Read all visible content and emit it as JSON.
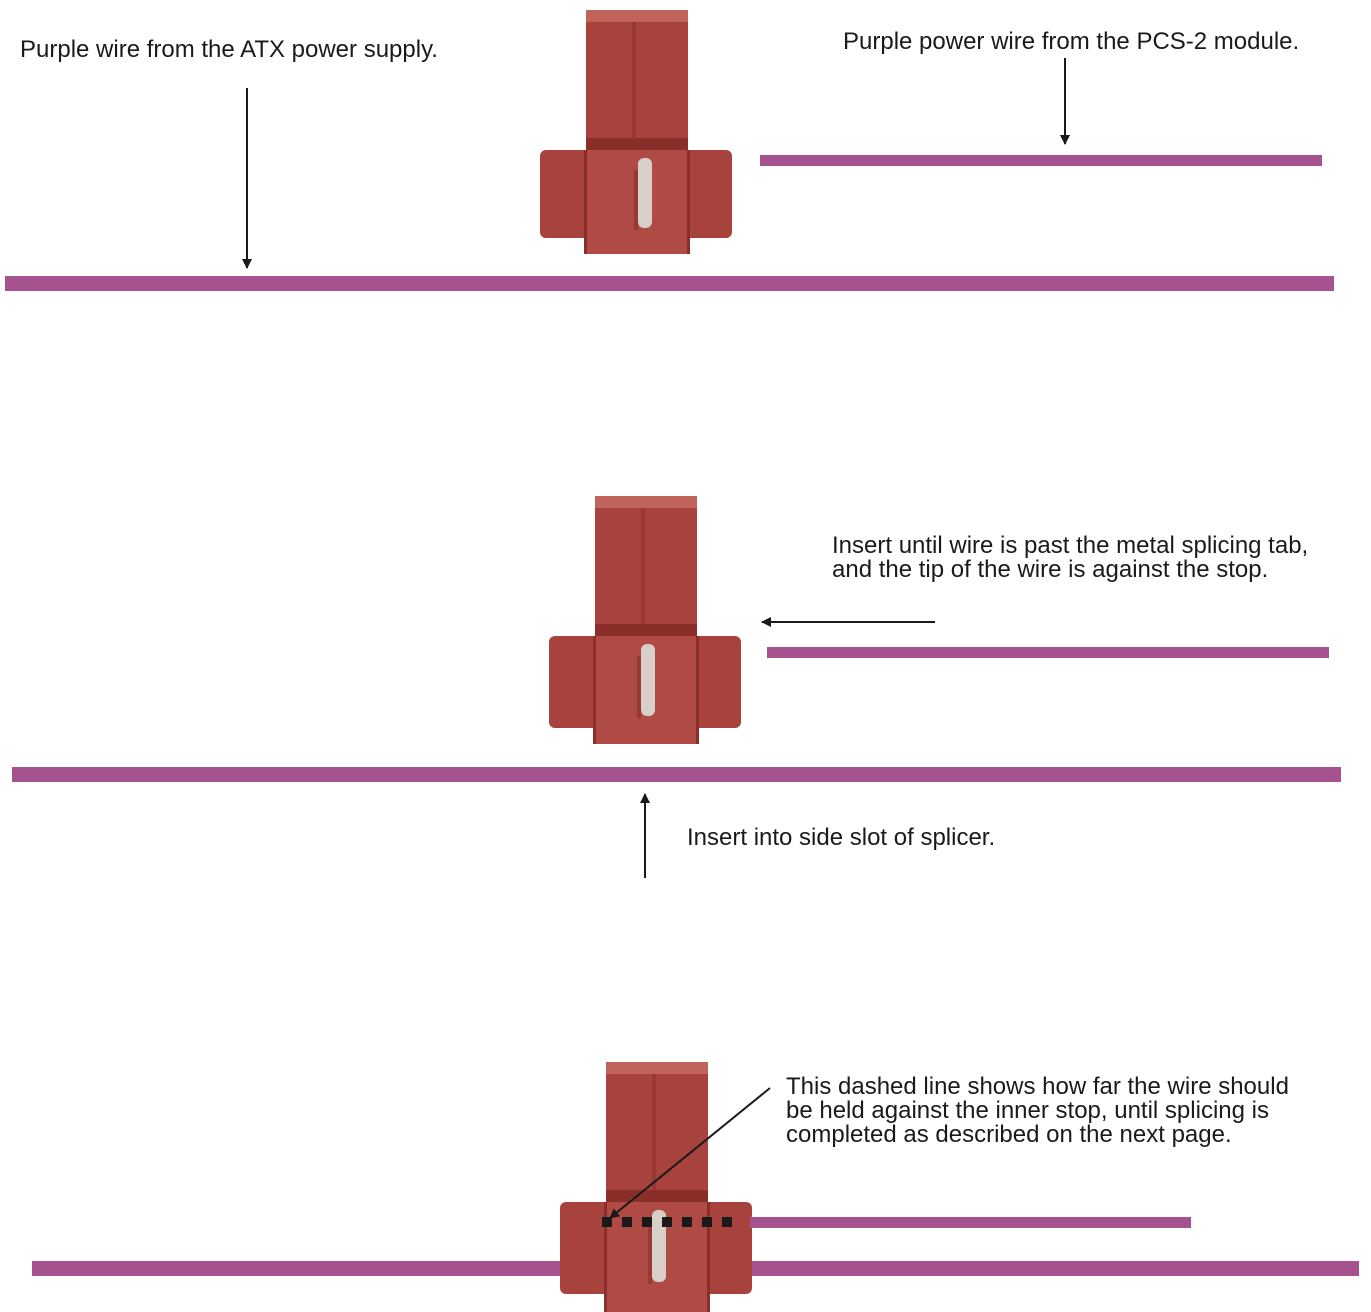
{
  "colors": {
    "wire": "#a5528e",
    "connector_body": "#a8423c",
    "connector_dark": "#8a2e2a",
    "connector_light": "#c0635a",
    "tab_metal": "#d8cfc8",
    "arrow": "#1a1a1a"
  },
  "step1": {
    "atx_label": "Purple wire from the ATX power supply.",
    "pcs2_label": "Purple power wire from the PCS-2 module."
  },
  "step2": {
    "insert_right_label": "Insert until wire is past the metal splicing tab,\nand the tip of the wire is against the stop.",
    "insert_side_label": "Insert into side slot of splicer."
  },
  "step3": {
    "dashed_label": "This dashed line shows how far the wire should\nbe held against the inner stop, until splicing is\ncompleted as described on the next page."
  }
}
